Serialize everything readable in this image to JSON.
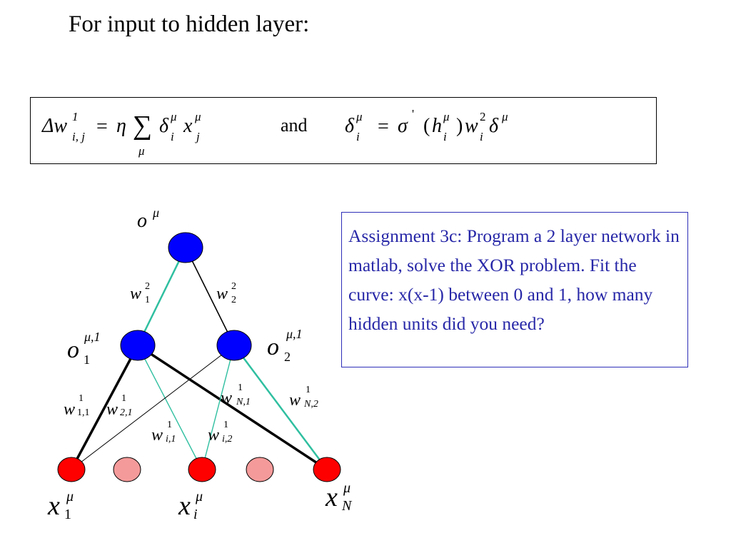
{
  "title": "For input to hidden layer:",
  "formula": {
    "left_symbol": "Δw",
    "left_sup": "1",
    "left_sub": "i, j",
    "equals1": "=",
    "eta": "η",
    "sum": "∑",
    "sum_sub": "μ",
    "delta": "δ",
    "delta_sup": "μ",
    "delta_sub": "i",
    "x": "x",
    "x_sup": "μ",
    "x_sub": "j",
    "and_word": "and",
    "rhs_delta": "δ",
    "rhs_delta_sup": "μ",
    "rhs_delta_sub": "i",
    "equals2": "=",
    "sigma": "σ",
    "sigma_sup": "'",
    "paren_open": "(",
    "h": "h",
    "h_sup": "μ",
    "h_sub": "i",
    "paren_close": ")",
    "w": "w",
    "w_sup": "2",
    "w_sub": "i",
    "delta_end": "δ",
    "delta_end_sup": "μ"
  },
  "assignment_text": "Assignment 3c: Program a 2 layer network in matlab, solve the XOR problem. Fit the curve: x(x-1) between 0 and 1, how many hidden units did you need?",
  "colors": {
    "output_node": "#0000ff",
    "hidden_node": "#0000ff",
    "input_node": "#ff0000",
    "faded_input_node": "#f59a9a",
    "teal_edge": "#2fbfa0",
    "black_edge": "#000000",
    "assignment_text": "#2727a8"
  },
  "labels": {
    "output": {
      "base": "o",
      "sup": "μ"
    },
    "hidden1": {
      "base": "o",
      "sub": "1",
      "sup": "μ,1"
    },
    "hidden2": {
      "base": "o",
      "sub": "2",
      "sup": "μ,1"
    },
    "w1_2": {
      "base": "w",
      "sup": "2",
      "sub": "1"
    },
    "w2_2": {
      "base": "w",
      "sup": "2",
      "sub": "2"
    },
    "w11_1": {
      "base": "w",
      "sup": "1",
      "sub": "1,1"
    },
    "w21_1": {
      "base": "w",
      "sup": "1",
      "sub": "2,1"
    },
    "wN1_1": {
      "base": "w",
      "sup": "1",
      "sub": "N,1"
    },
    "wN2_1": {
      "base": "w",
      "sup": "1",
      "sub": "N,2"
    },
    "wi1_1": {
      "base": "w",
      "sup": "1",
      "sub": "i,1"
    },
    "wi2_1": {
      "base": "w",
      "sup": "1",
      "sub": "i,2"
    },
    "x1": {
      "base": "x",
      "sup": "μ",
      "sub": "1"
    },
    "xi": {
      "base": "x",
      "sup": "μ",
      "sub": "i"
    },
    "xN": {
      "base": "x",
      "sup": "μ",
      "sub": "N"
    }
  }
}
